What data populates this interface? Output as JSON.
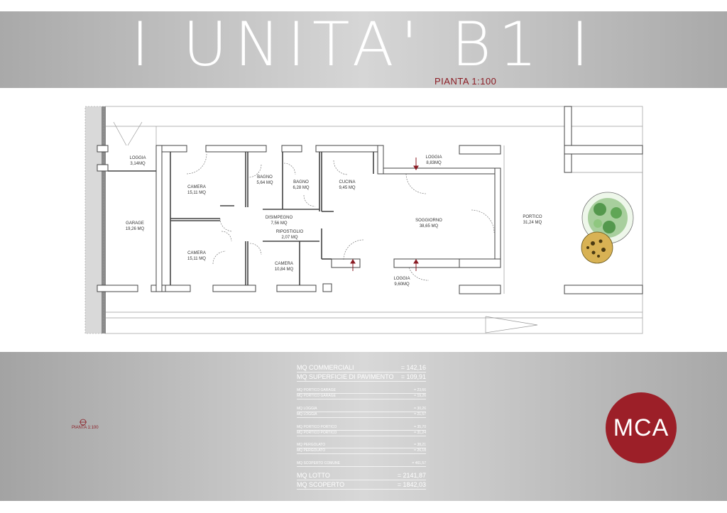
{
  "header": {
    "title": "I UNITA' B1 I",
    "scale": "PIANTA 1:100"
  },
  "rooms": {
    "loggia_small": {
      "name": "LOGGIA",
      "area": "3,14MQ"
    },
    "garage": {
      "name": "GARAGE",
      "area": "19,26 MQ"
    },
    "camera_top": {
      "name": "CAMERA",
      "area": "15,11 MQ"
    },
    "camera_bottom": {
      "name": "CAMERA",
      "area": "15,11 MQ"
    },
    "bagno_1": {
      "name": "BAGNO",
      "area": "5,64 MQ"
    },
    "bagno_2": {
      "name": "BAGNO",
      "area": "6,28 MQ"
    },
    "cucina": {
      "name": "CUCINA",
      "area": "9,45 MQ"
    },
    "disimpegno": {
      "name": "DISIMPEGNO",
      "area": "7,56 MQ"
    },
    "ripostiglio": {
      "name": "RIPOSTIGLIO",
      "area": "2,07 MQ"
    },
    "camera_small": {
      "name": "CAMERA",
      "area": "10,84 MQ"
    },
    "soggiorno": {
      "name": "SOGGIORNO",
      "area": "38,65 MQ"
    },
    "loggia_top": {
      "name": "LOGGIA",
      "area": "8,83MQ"
    },
    "loggia_bottom": {
      "name": "LOGGIA",
      "area": "9,60MQ"
    },
    "portico": {
      "name": "PORTICO",
      "area": "31,24 MQ"
    }
  },
  "stats": {
    "commerciali": {
      "label": "MQ COMMERCIALI",
      "value": "= 142,16"
    },
    "superficie": {
      "label": "MQ SUPERFICIE DI PAVIMENTO",
      "value": "= 109,91"
    },
    "portico_garage_1": {
      "label": "MQ PORTICO GARAGE",
      "value": "= 23,66"
    },
    "portico_garage_2": {
      "label": "MQ PORTICO GARAGE",
      "value": "= 19,26"
    },
    "loggia_1": {
      "label": "MQ LOGGIA",
      "value": "= 30,26"
    },
    "loggia_2": {
      "label": "MQ LOGGIA",
      "value": "= 21,57"
    },
    "portico_1": {
      "label": "MQ PORTICO PORTICO",
      "value": "= 35,70"
    },
    "portico_2": {
      "label": "MQ PORTICO PORTICO",
      "value": "= 31,24"
    },
    "pergolato_1": {
      "label": "MQ PERGOLATO",
      "value": "= 38,21"
    },
    "pergolato_2": {
      "label": "MQ PERGOLATO",
      "value": "= 26,18"
    },
    "scoperto_comune": {
      "label": "MQ SCOPERTO COMUNE",
      "value": "= 461,57"
    },
    "lotto": {
      "label": "MQ LOTTO",
      "value": "= 2141,87"
    },
    "scoperto": {
      "label": "MQ SCOPERTO",
      "value": "= 1842,03"
    }
  },
  "footer": {
    "scale": "PIANTA 1:100",
    "logo": "MCA"
  },
  "colors": {
    "accent": "#9c1f28",
    "wall": "#555555",
    "banner": "#bdbdbd"
  }
}
